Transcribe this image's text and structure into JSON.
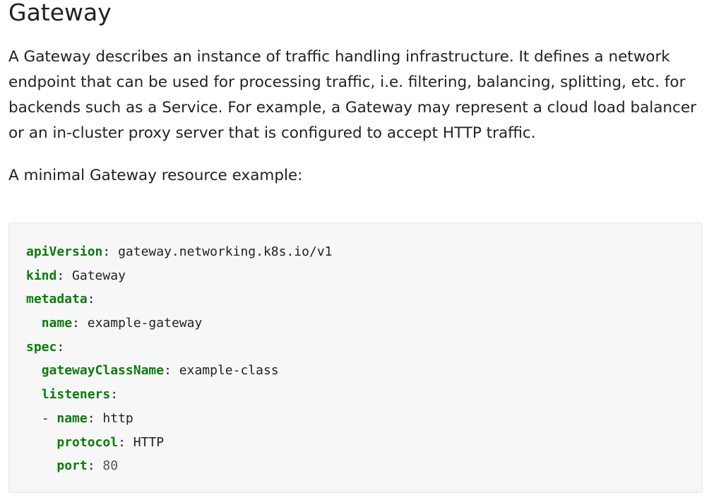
{
  "heading": "Gateway",
  "intro": "A Gateway describes an instance of traffic handling infrastructure. It defines a network endpoint that can be used for processing traffic, i.e. filtering, balancing, splitting, etc. for backends such as a Service. For example, a Gateway may represent a cloud load balancer or an in-cluster proxy server that is configured to accept HTTP traffic.",
  "lead": "A minimal Gateway resource example:",
  "code": {
    "lines": [
      {
        "indent": "",
        "dash": "",
        "key": "apiVersion",
        "value": "gateway.networking.k8s.io/v1"
      },
      {
        "indent": "",
        "dash": "",
        "key": "kind",
        "value": "Gateway"
      },
      {
        "indent": "",
        "dash": "",
        "key": "metadata",
        "value": ""
      },
      {
        "indent": "  ",
        "dash": "",
        "key": "name",
        "value": "example-gateway"
      },
      {
        "indent": "",
        "dash": "",
        "key": "spec",
        "value": ""
      },
      {
        "indent": "  ",
        "dash": "",
        "key": "gatewayClassName",
        "value": "example-class"
      },
      {
        "indent": "  ",
        "dash": "",
        "key": "listeners",
        "value": ""
      },
      {
        "indent": "  ",
        "dash": "- ",
        "key": "name",
        "value": "http"
      },
      {
        "indent": "    ",
        "dash": "",
        "key": "protocol",
        "value": "HTTP"
      },
      {
        "indent": "    ",
        "dash": "",
        "key": "port",
        "value": "80",
        "numeric": true
      }
    ]
  }
}
